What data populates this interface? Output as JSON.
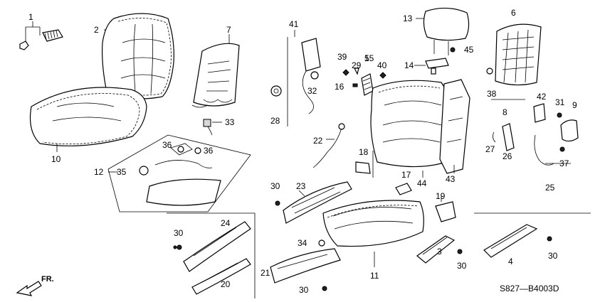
{
  "diagram": {
    "code": "S827—B4003D",
    "direction_label": "FR.",
    "callouts": {
      "c1": "1",
      "c2": "2",
      "c3": "3",
      "c4": "4",
      "c5": "5",
      "c6": "6",
      "c7": "7",
      "c8": "8",
      "c9": "9",
      "c10": "10",
      "c11": "11",
      "c12": "12",
      "c13": "13",
      "c14": "14",
      "c15": "15",
      "c16": "16",
      "c17": "17",
      "c18": "18",
      "c19": "19",
      "c20": "20",
      "c21": "21",
      "c22": "22",
      "c23": "23",
      "c24": "24",
      "c25": "25",
      "c26": "26",
      "c27": "27",
      "c28": "28",
      "c29": "29",
      "c30a": "30",
      "c30b": "30",
      "c30c": "30",
      "c30d": "30",
      "c30e": "30",
      "c31": "31",
      "c32": "32",
      "c33": "33",
      "c34": "34",
      "c35": "35",
      "c36a": "36",
      "c36b": "36",
      "c37": "37",
      "c38": "38",
      "c39": "39",
      "c40": "40",
      "c41": "41",
      "c42": "42",
      "c43": "43",
      "c44": "44",
      "c45": "45"
    }
  }
}
